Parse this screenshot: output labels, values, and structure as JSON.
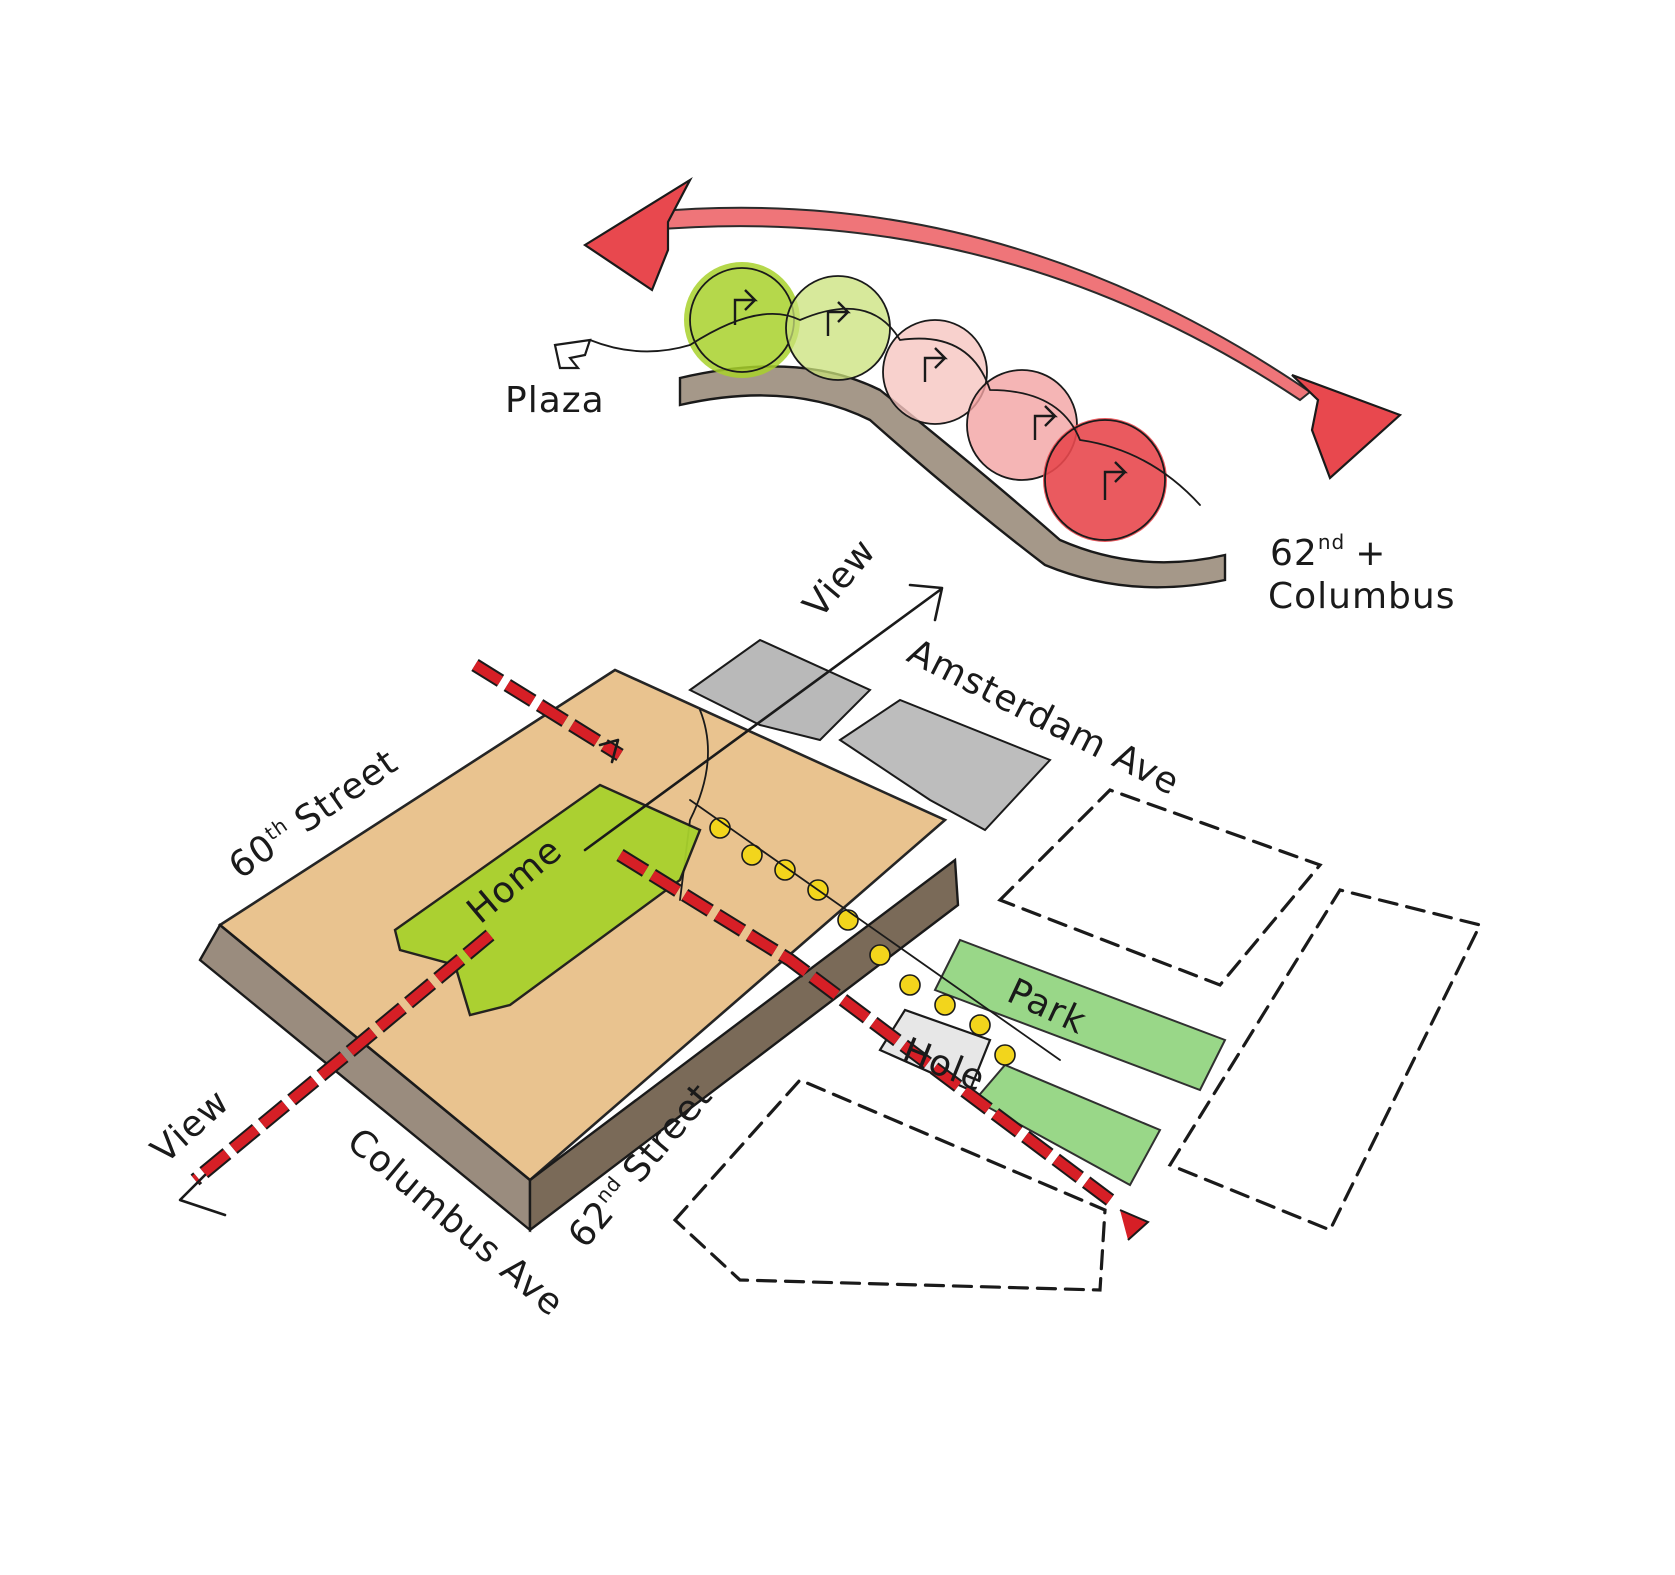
{
  "labels": {
    "plaza": "Plaza",
    "columbus_corner_line1": "62",
    "columbus_corner_sup": "nd",
    "columbus_corner_plus": "+",
    "columbus_corner_line2": "Columbus",
    "view_top": "View",
    "amsterdam_ave": "Amsterdam Ave",
    "street_60": "60",
    "street_60_sup": "th",
    "street_60_word": "Street",
    "home": "Home",
    "park": "Park",
    "hole": "Hole",
    "view_left": "View",
    "columbus_ave": "Columbus Ave",
    "street_62": "62",
    "street_62_sup": "nd",
    "street_62_word": "Street"
  },
  "colors": {
    "red_arrow": "#e8484e",
    "red_dash": "#d61f26",
    "lime": "#a8d12c",
    "park_green": "#8fd37c",
    "tan": "#e8c08a",
    "plinth": "#9a8c7e",
    "gray_block": "#b9b9b9",
    "yellow_dot": "#f2d51c",
    "curb": "#a59889"
  },
  "icons": [
    "turn-arrow-icon",
    "direction-arrow-icon"
  ]
}
